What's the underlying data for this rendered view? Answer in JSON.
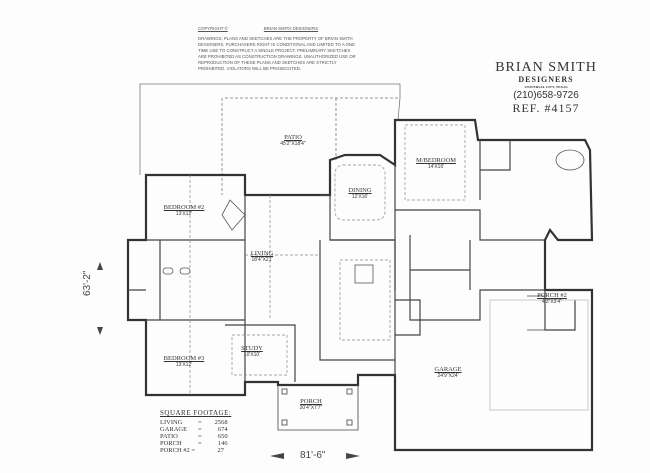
{
  "notice": {
    "copyright": "COPYRIGHT ©",
    "company": "BRIAN SMITH DESIGNERS",
    "body": "DRAWINGS, PLANS AND SKETCHES ARE THE PROPERTY OF BRIAN SMITH DESIGNERS. PURCHASERS RIGHT IS CONDITIONAL AND LIMITED TO A ONE TIME USE TO CONSTRUCT A SINGLE PROJECT. PRELIMINARY SKETCHES ARE PROHIBITED AS CONSTRUCTION DRAWINGS. UNAUTHORIZED USE OR REPRODUCTION OF THESE PLANS AND SKETCHES ARE STRICTLY PROHIBITED. VIOLATORS WILL BE PROSECUTED."
  },
  "brand": {
    "name": "BRIAN SMITH",
    "sub": "DESIGNERS",
    "city": "UNIVERSAL CITY, TEXAS",
    "phone": "(210)658-9726",
    "ref": "REF. #4157"
  },
  "rooms": [
    {
      "name": "PATIO",
      "size": "45'2\"X18'4\""
    },
    {
      "name": "DINING",
      "size": "12'X16'"
    },
    {
      "name": "M/BEDROOM",
      "size": "14'X16'"
    },
    {
      "name": "BEDROOM #2",
      "size": "13'X12'"
    },
    {
      "name": "LIVING",
      "size": "18'4\"X21'"
    },
    {
      "name": "STUDY",
      "size": "10'X10'"
    },
    {
      "name": "BEDROOM #3",
      "size": "13'X12'"
    },
    {
      "name": "GARAGE",
      "size": "24'9\"X24'"
    },
    {
      "name": "PORCH #2",
      "size": "4'3\"X3'4\""
    },
    {
      "name": "PORCH",
      "size": "20'4\"X7'7\""
    }
  ],
  "dimensions": {
    "depth": "63'-2\"",
    "width": "81'-6\""
  },
  "square_footage": {
    "title": "SQUARE FOOTAGE:",
    "rows": [
      {
        "label": "LIVING",
        "value": "2568"
      },
      {
        "label": "GARAGE",
        "value": "674"
      },
      {
        "label": "PATIO",
        "value": "650"
      },
      {
        "label": "PORCH",
        "value": "146"
      },
      {
        "label": "PORCH #2 =",
        "value": "27"
      }
    ]
  }
}
